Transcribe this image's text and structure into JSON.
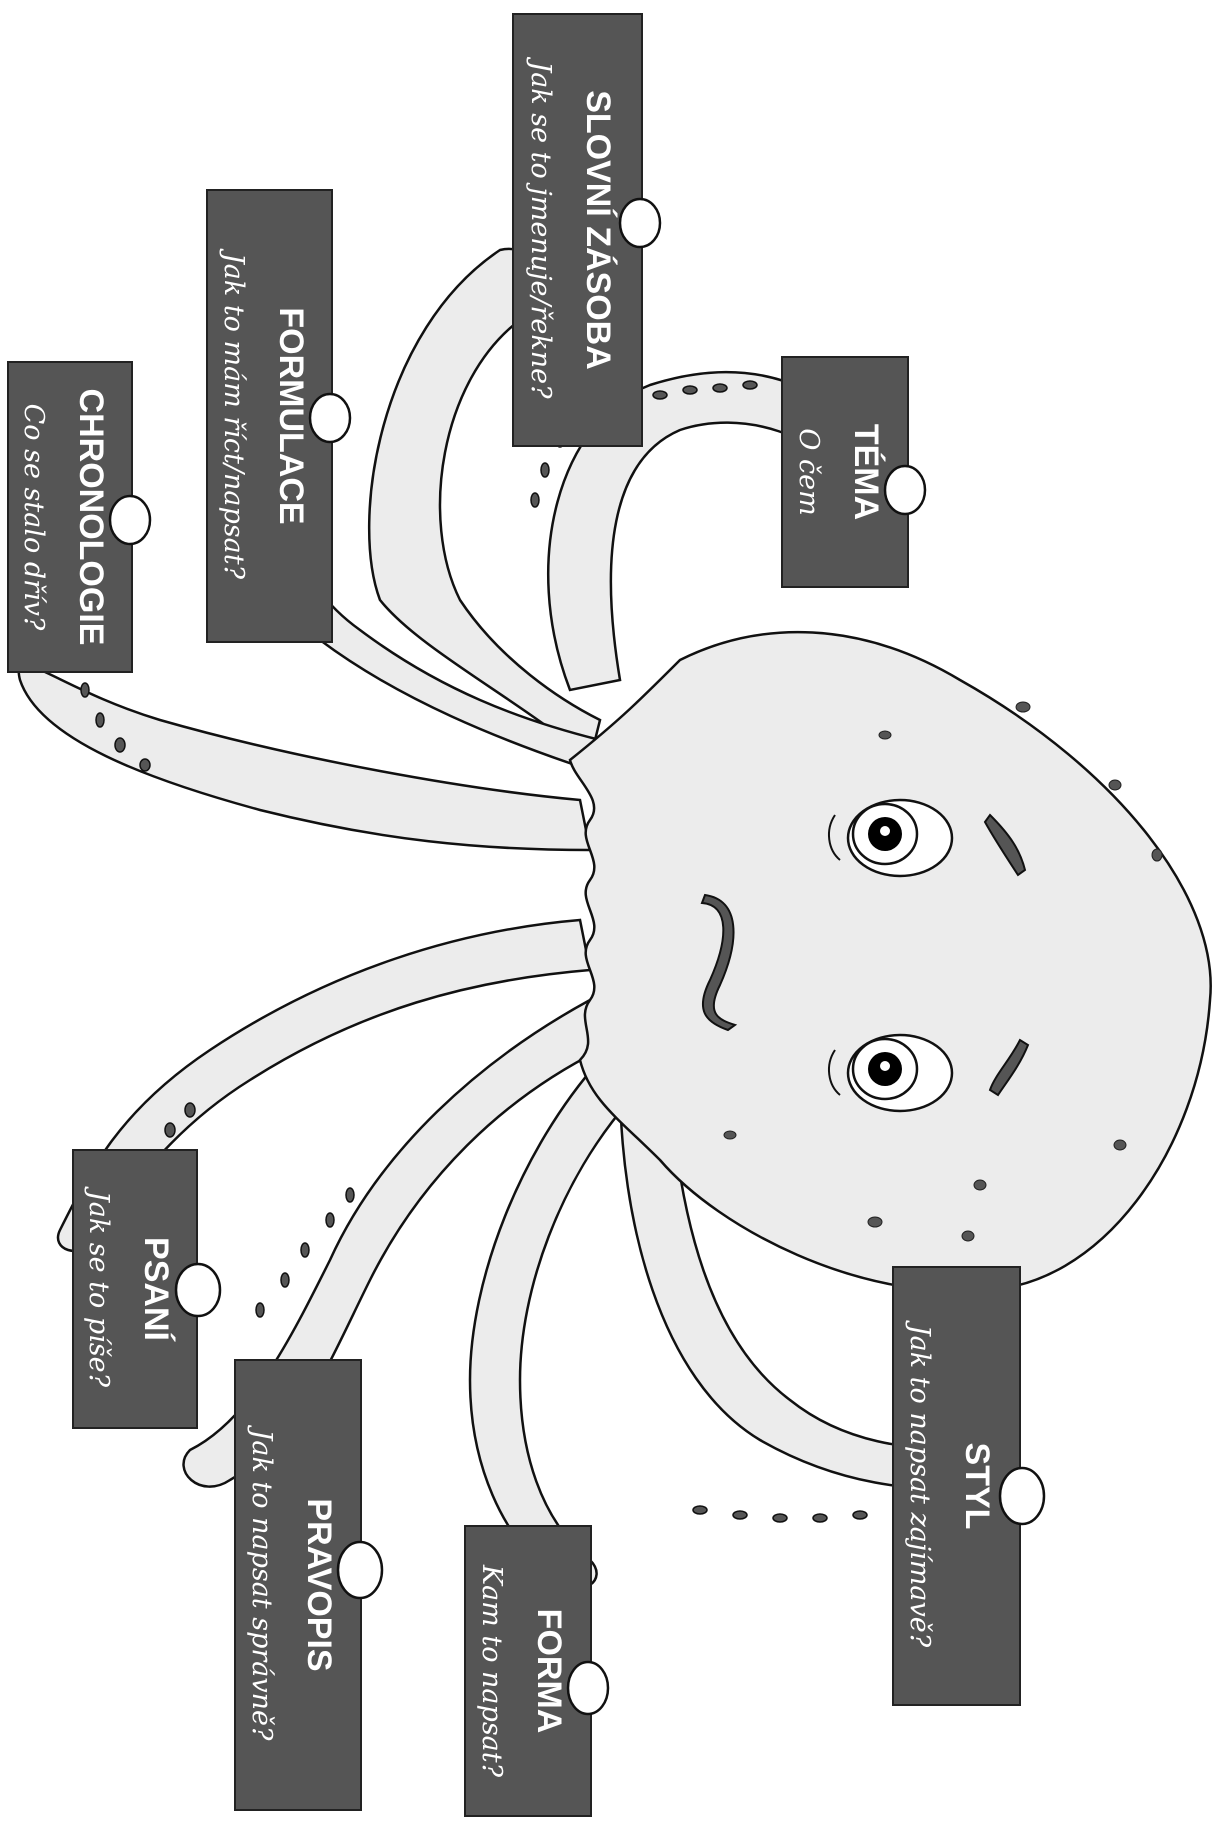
{
  "colors": {
    "sign_fill": "#555555",
    "body_fill": "#ececec",
    "outline": "#111111",
    "spot": "#555555"
  },
  "signs": {
    "slovni_zasoba": {
      "title": "SLOVNÍ ZÁSOBA",
      "subtitle": "Jak se to jmenuje/řekne?"
    },
    "formulace": {
      "title": "FORMULACE",
      "subtitle": "Jak to mám říct/napsat?"
    },
    "chronologie": {
      "title": "CHRONOLOGIE",
      "subtitle": "Co se stalo dřív?"
    },
    "tema": {
      "title": "TÉMA",
      "subtitle": "O čem"
    },
    "styl": {
      "title": "STYL",
      "subtitle": "Jak to napsat zajímavě?"
    },
    "forma": {
      "title": "FORMA",
      "subtitle": "Kam to napsat?"
    },
    "pravopis": {
      "title": "PRAVOPIS",
      "subtitle": "Jak to napsat správně?"
    },
    "psani": {
      "title": "PSANÍ",
      "subtitle": "Jak se to píše?"
    }
  }
}
